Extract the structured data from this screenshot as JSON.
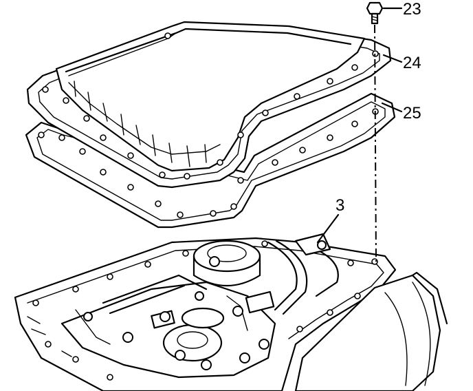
{
  "callouts": {
    "bolt": "23",
    "pan": "24",
    "gasket": "25",
    "case": "3"
  }
}
